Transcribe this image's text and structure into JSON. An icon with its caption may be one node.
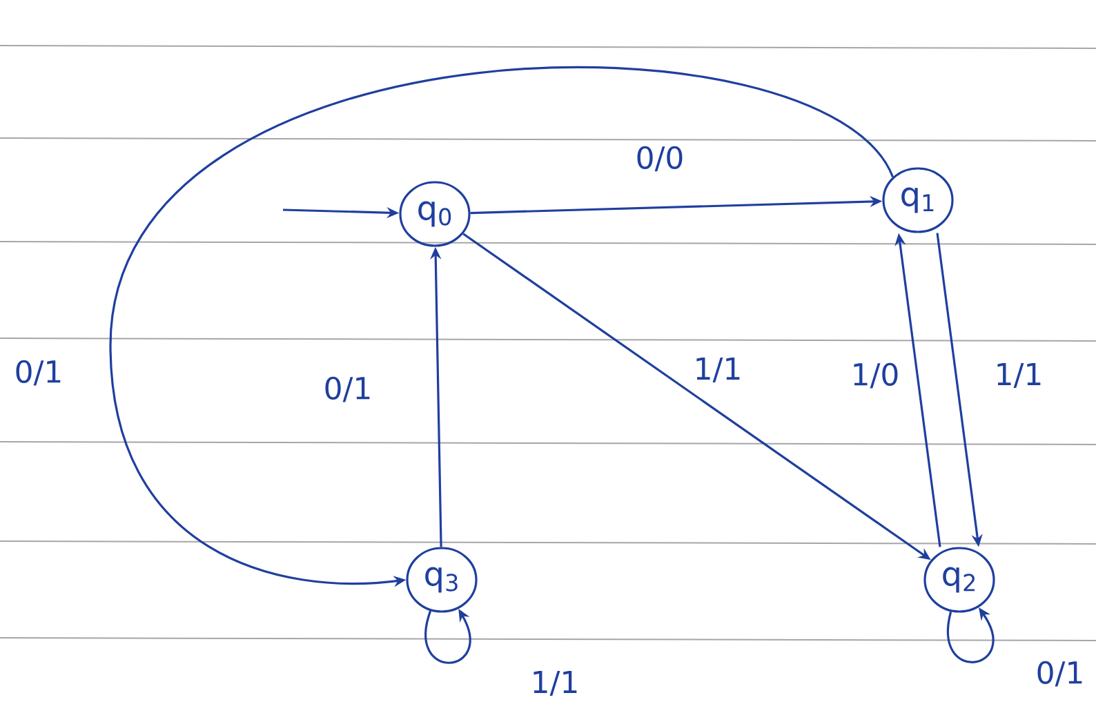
{
  "diagram": {
    "nodes": [
      {
        "text": [
          "q$_{0}$"
        ]
      },
      {
        "text": [
          "q$_{1}$"
        ]
      },
      {
        "text": [
          "q$_{2}$"
        ]
      },
      {
        "text": [
          "q$_{3}$"
        ]
      }
    ],
    "edges": [
      {
        "from": null,
        "to": 0,
        "arrow": "to"
      },
      {
        "from": 0,
        "to": 1,
        "arrow": "to",
        "label": "0/0"
      },
      {
        "from": 0,
        "to": 2,
        "arrow": "to",
        "label": "1/1"
      },
      {
        "from": 2,
        "to": 1,
        "arrow": "to",
        "label": "1/0"
      },
      {
        "from": 1,
        "to": 2,
        "arrow": "to",
        "label": "1/1"
      },
      {
        "from": 3,
        "to": 0,
        "arrow": "to",
        "label": "0/1"
      },
      {
        "from": 1,
        "to": 3,
        "arrow": "to",
        "label": "0/1"
      },
      {
        "from": 3,
        "to": 3,
        "arrow": "to",
        "label": "1/1"
      },
      {
        "from": 2,
        "to": 2,
        "arrow": "to",
        "label": "0/1"
      }
    ]
  }
}
